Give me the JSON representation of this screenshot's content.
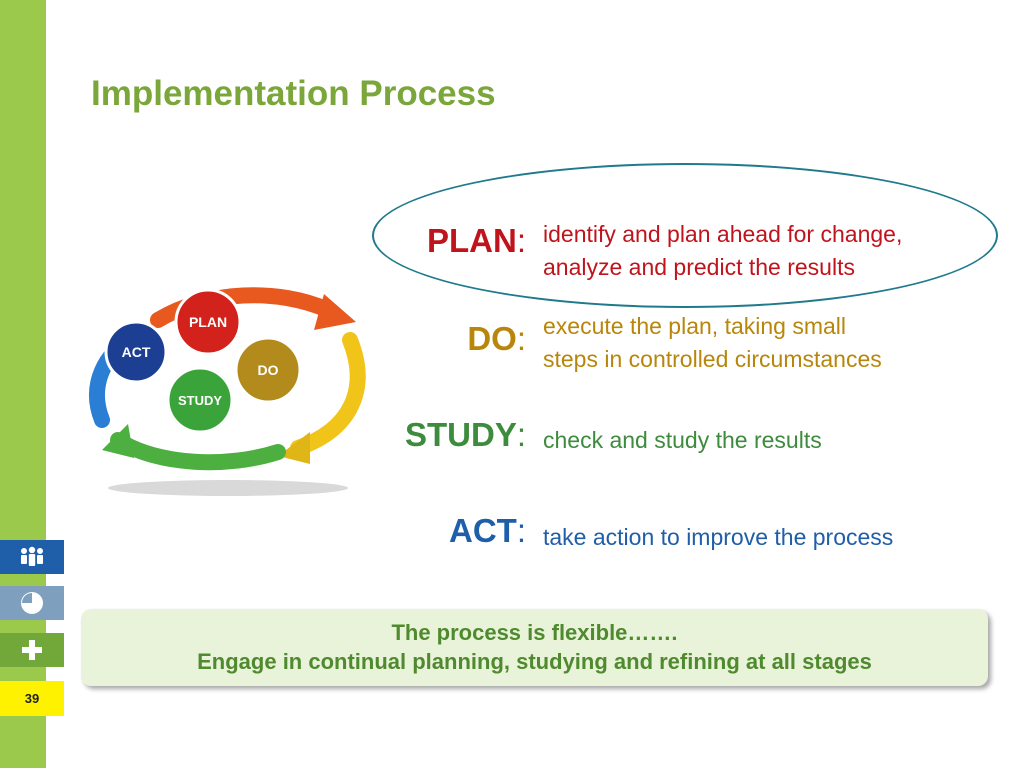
{
  "slide": {
    "title": "Implementation Process",
    "page_number": "39"
  },
  "side_icons": [
    "people-icon",
    "pie-chart-icon",
    "plus-icon"
  ],
  "cycle": {
    "labels": [
      "PLAN",
      "DO",
      "STUDY",
      "ACT"
    ],
    "colors": {
      "plan": "#d3211b",
      "do": "#b38a1c",
      "study": "#3aa43a",
      "act": "#1d3f93"
    }
  },
  "steps": [
    {
      "label": "PLAN",
      "colon": ":",
      "desc_lines": [
        "identify and plan ahead for change,",
        "analyze and predict the results"
      ],
      "color": "#c0141c"
    },
    {
      "label": "DO",
      "colon": ":",
      "desc_lines": [
        "execute the plan, taking small",
        "steps in controlled circumstances"
      ],
      "color": "#b8860b"
    },
    {
      "label": "STUDY",
      "colon": ":",
      "desc_lines": [
        "check and study the results"
      ],
      "color": "#3d8b3d"
    },
    {
      "label": "ACT",
      "colon": ":",
      "desc_lines": [
        "take action to improve the process"
      ],
      "color": "#1f5ea8"
    }
  ],
  "note": {
    "line1": "The process is flexible…….",
    "line2": "Engage in continual planning, studying and refining at all stages"
  }
}
